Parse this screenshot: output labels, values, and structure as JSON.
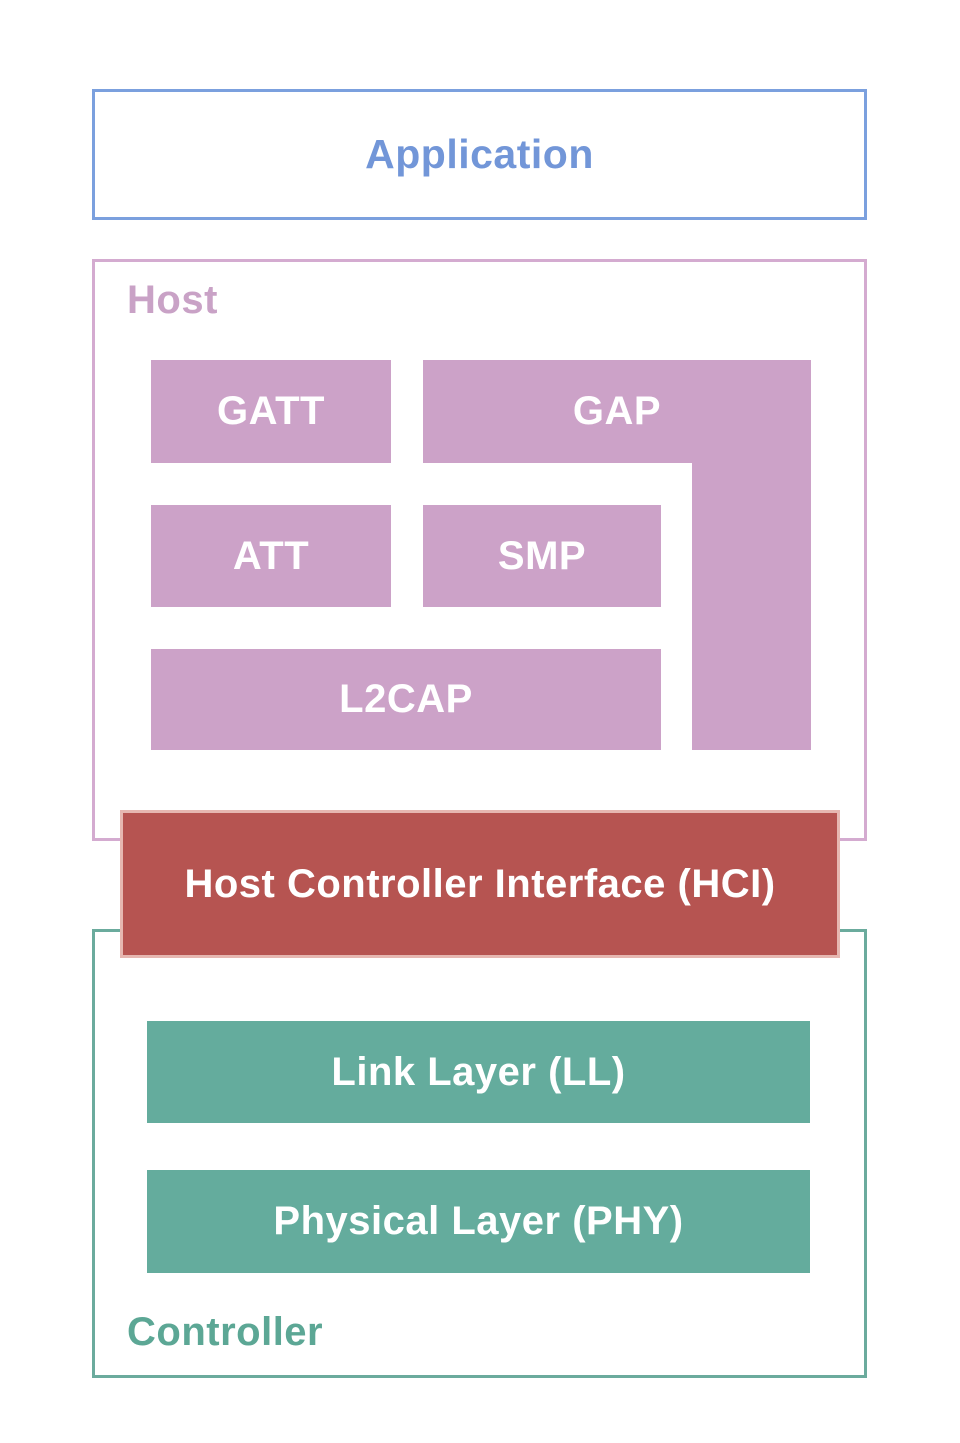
{
  "diagram": {
    "application": {
      "label": "Application"
    },
    "host": {
      "label": "Host",
      "blocks": {
        "gatt": "GATT",
        "gap": "GAP",
        "att": "ATT",
        "smp": "SMP",
        "l2cap": "L2CAP"
      }
    },
    "hci": {
      "label": "Host Controller Interface (HCI)"
    },
    "controller": {
      "label": "Controller",
      "blocks": {
        "link_layer": "Link Layer (LL)",
        "physical_layer": "Physical Layer (PHY)"
      }
    }
  },
  "colors": {
    "blue_border": "#7ba0de",
    "blue_text": "#7296d8",
    "pink_fill": "#cca2c8",
    "pink_border": "#d4abd0",
    "pink_text": "#c9a2c6",
    "red_fill": "#b65451",
    "red_border": "#e6b7b1",
    "teal_fill": "#64ac9d",
    "teal_border": "#6bab9d",
    "teal_text": "#5ca795",
    "white_text": "#ffffff"
  }
}
